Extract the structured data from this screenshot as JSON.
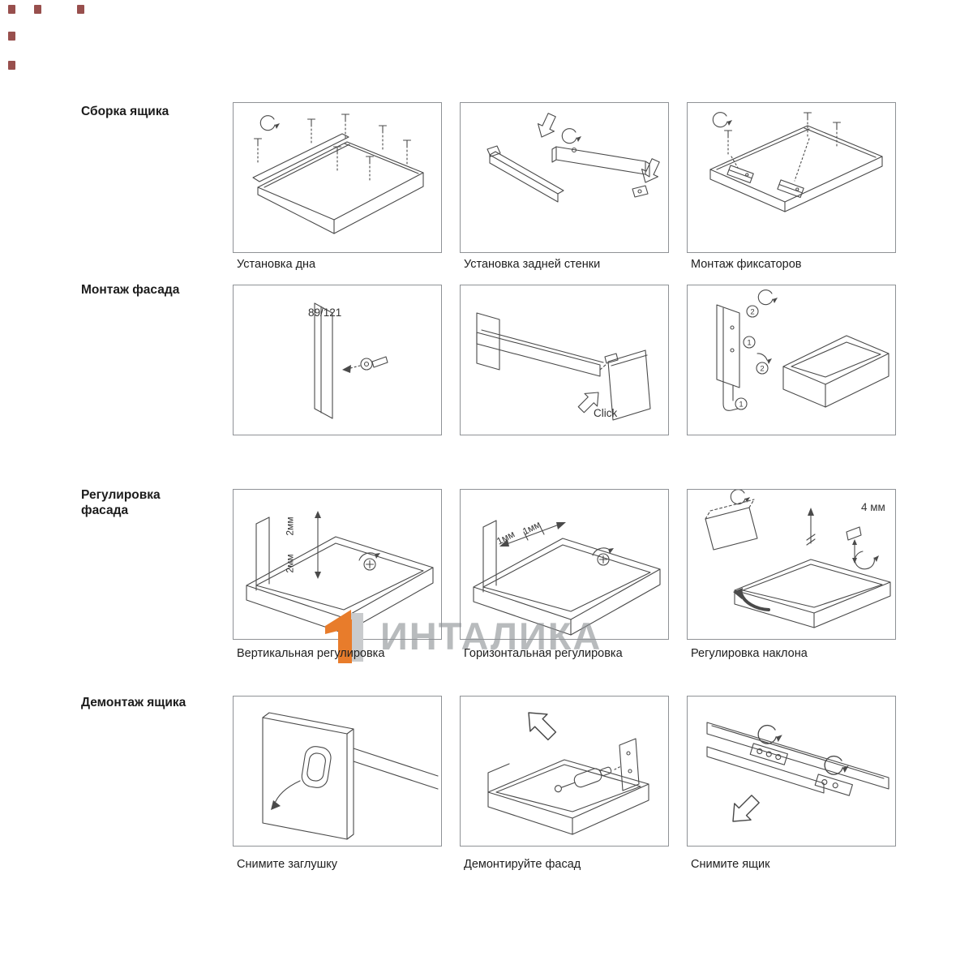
{
  "page": {
    "background": "#ffffff",
    "line_color": "#4a4a4a",
    "artifact_color": "#7e2321"
  },
  "watermark": {
    "text": "ИНТАЛИКА",
    "text_color": "#a9adb1",
    "logo_orange": "#e87c2b",
    "logo_gray": "#c9cbcd"
  },
  "sections": [
    {
      "label": "Сборка ящика",
      "panels": [
        {
          "caption": "Установка дна"
        },
        {
          "caption": "Установка задней стенки"
        },
        {
          "caption": "Монтаж фиксаторов"
        }
      ]
    },
    {
      "label": "Монтаж фасада",
      "panels": [
        {
          "caption": "",
          "dim_label": "89/121"
        },
        {
          "caption": "",
          "click_label": "Click"
        },
        {
          "caption": "",
          "step_badges": [
            "2",
            "1",
            "2",
            "1"
          ]
        }
      ]
    },
    {
      "label": "Регулировка фасада",
      "panels": [
        {
          "caption": "Вертикальная регулировка",
          "annotations": [
            "2мм",
            "2мм"
          ]
        },
        {
          "caption": "Горизонтальная регулировка",
          "annotations": [
            "1мм",
            "1мм"
          ]
        },
        {
          "caption": "Регулировка наклона",
          "annotations": [
            "4 мм"
          ]
        }
      ]
    },
    {
      "label": "Демонтаж ящика",
      "panels": [
        {
          "caption": "Снимите заглушку"
        },
        {
          "caption": "Демонтируйте фасад"
        },
        {
          "caption": "Снимите ящик"
        }
      ]
    }
  ]
}
